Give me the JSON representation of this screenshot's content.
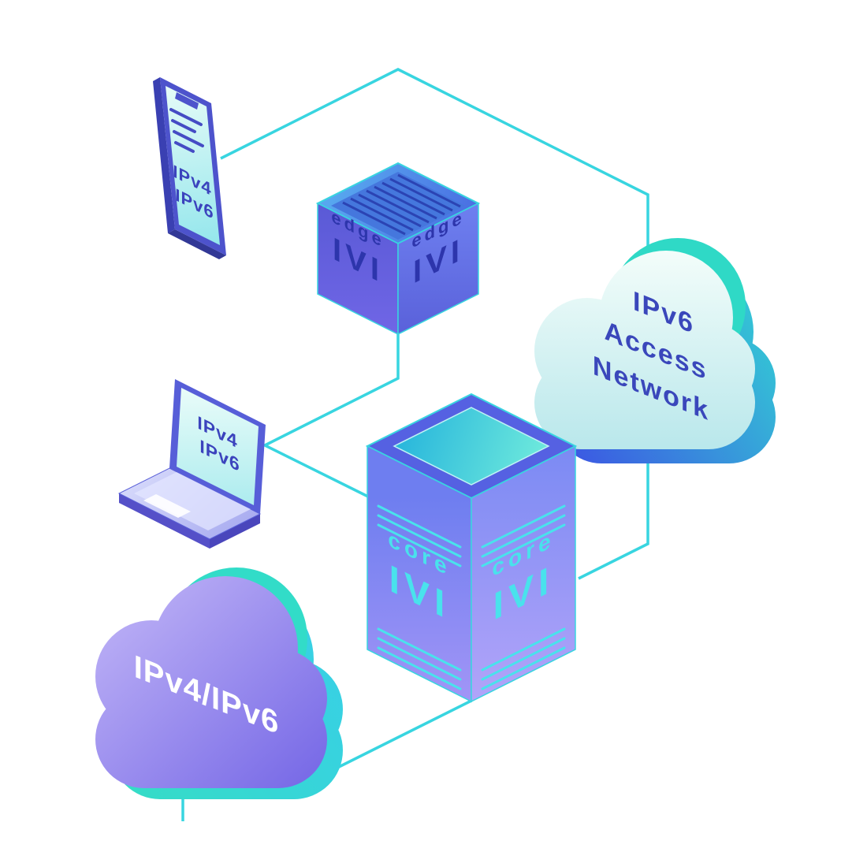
{
  "colors": {
    "accent_cyan": "#38d5e0",
    "cube_text_navy": "#2d35ac",
    "device_text_indigo": "#3b43bd",
    "cloud_text_indigo": "#3a47bb",
    "core_text_cyan": "#49e2ec",
    "transit_cloud_text": "#ffffff"
  },
  "labels": {
    "phone": {
      "line1": "IPv4",
      "line2": "IPv6"
    },
    "laptop": {
      "line1": "IPv4",
      "line2": "IPv6"
    },
    "edge": {
      "role": "edge",
      "system": "IVI"
    },
    "core": {
      "role": "core",
      "system": "IVI"
    },
    "access_cloud": {
      "line1": "IPv6",
      "line2": "Access",
      "line3": "Network"
    },
    "transit_cloud": {
      "label": "IPv4/IPv6"
    }
  }
}
